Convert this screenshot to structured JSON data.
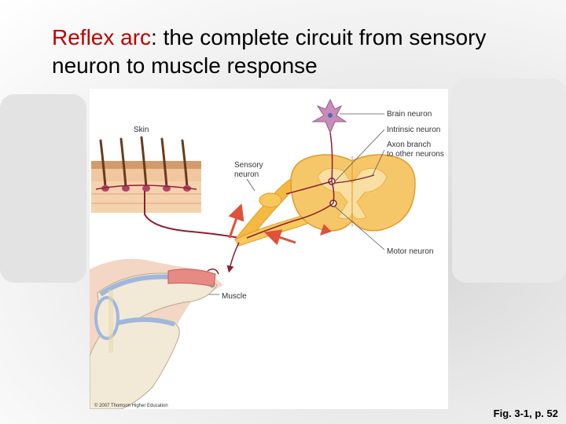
{
  "slide": {
    "title_keyword": "Reflex arc",
    "title_rest": ":  the complete circuit from sensory neuron to muscle response",
    "figure_reference": "Fig. 3-1, p. 52"
  },
  "diagram": {
    "labels": {
      "skin": "Skin",
      "sensory_neuron_line1": "Sensory",
      "sensory_neuron_line2": "neuron",
      "brain_neuron": "Brain neuron",
      "intrinsic_neuron": "Intrinsic neuron",
      "axon_branch_line1": "Axon branch",
      "axon_branch_line2": "to other neurons",
      "motor_neuron": "Motor neuron",
      "muscle": "Muscle"
    },
    "copyright": "© 2007 Thomson Higher Education"
  },
  "colors": {
    "title_keyword": "#c00000",
    "nerve_orange": "#f4b942",
    "neuron_path": "#8b2030",
    "arrow_red": "#e0503a",
    "bone": "#f2ead6",
    "cartilage": "#9fb7dd",
    "brain_neuron": "#c88cb8"
  }
}
